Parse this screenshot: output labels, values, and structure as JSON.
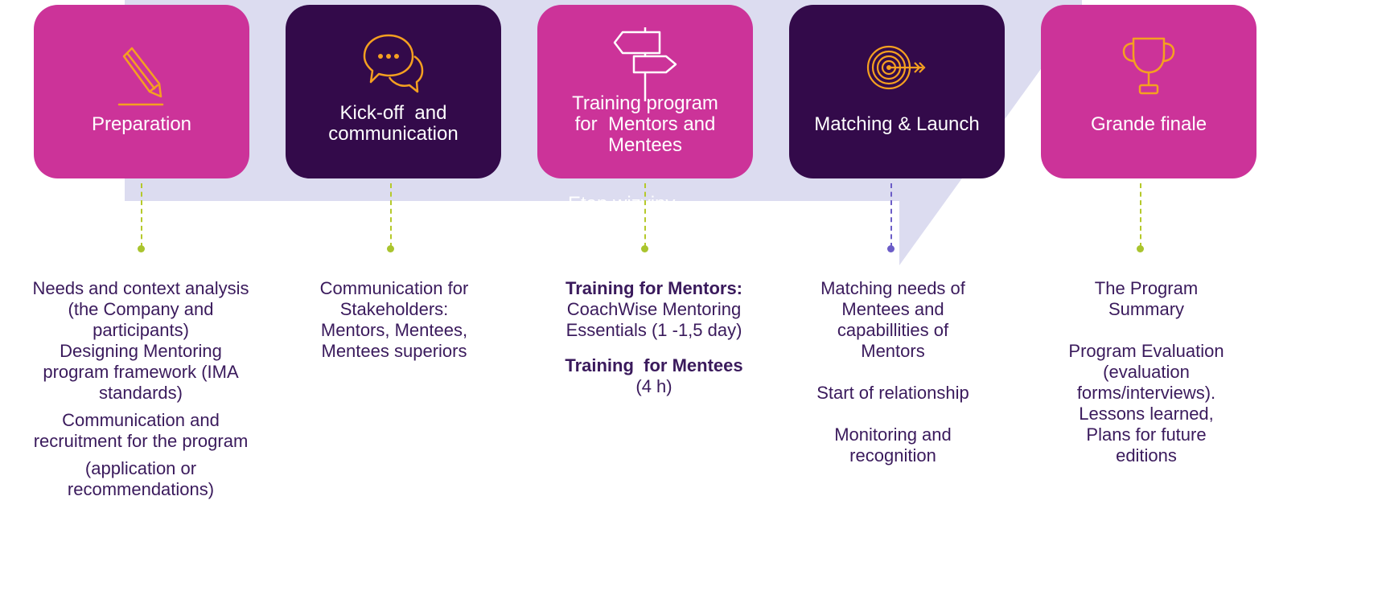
{
  "colors": {
    "magenta": "#cc3399",
    "dark_purple": "#330a4a",
    "lavender": "#dcdcf0",
    "orange_icon": "#f5a020",
    "dot_green": "#a9c42e",
    "dot_blue": "#6b5cc7",
    "text": "#3a1a5c"
  },
  "stages": [
    {
      "title": "Preparation",
      "icon": "pencil-icon",
      "color": "magenta",
      "description": [
        "Needs and context analysis",
        "(the Company and",
        "participants)",
        "Designing Mentoring",
        "program framework (IMA",
        "standards)",
        "Communication and",
        "recruitment for the program",
        "(application or",
        "recommendations)"
      ]
    },
    {
      "title": "Kick-off and communication",
      "title_lines": [
        "Kick-off  and",
        "communication"
      ],
      "icon": "chat-bubbles-icon",
      "color": "dark_purple",
      "description": [
        "Communication for",
        "Stakeholders:",
        "Mentors, Mentees,",
        "Mentees superiors"
      ]
    },
    {
      "title": "Training program for Mentors and Mentees",
      "title_lines": [
        "Training program",
        "for  Mentors and",
        "Mentees"
      ],
      "icon": "signpost-icon",
      "color": "magenta",
      "description": {
        "mentors_heading": "Training for Mentors:",
        "mentors_lines": [
          "CoachWise Mentoring",
          "Essentials (1 -1,5 day)"
        ],
        "mentees_heading": "Training  for Mentees",
        "mentees_duration": "(4 h)"
      }
    },
    {
      "title": "Matching & Launch",
      "icon": "target-icon",
      "color": "dark_purple",
      "description": [
        "Matching needs of",
        "Mentees and",
        "capabillities of",
        "Mentors",
        "Start of relationship",
        "Monitoring and",
        "recognition"
      ]
    },
    {
      "title": "Grande finale",
      "icon": "trophy-icon",
      "color": "magenta",
      "description": [
        "The Program",
        "Summary",
        "Program Evaluation",
        "(evaluation",
        "forms/interviews).",
        "Lessons learned,",
        "Plans for future",
        "editions"
      ]
    }
  ],
  "faint_label": "Etap wizyjny"
}
